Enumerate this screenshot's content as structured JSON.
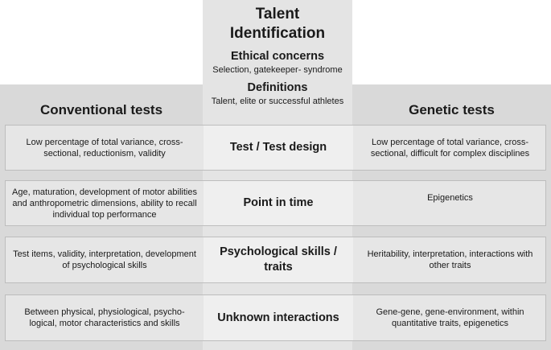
{
  "center": {
    "title_line1": "Talent",
    "title_line2": "Identification",
    "ethical": {
      "heading": "Ethical concerns",
      "text": "Selection, gatekeeper- syndrome"
    },
    "definitions": {
      "heading": "Definitions",
      "text": "Talent, elite or successful athletes"
    }
  },
  "columns": {
    "left": "Conventional tests",
    "right": "Genetic tests"
  },
  "rows": [
    {
      "label": "Test / Test design",
      "conventional": "Low percentage of total variance, cross-sectional, reductionism, validity",
      "genetic": "Low percentage of total variance, cross-sectional, difficult for complex disciplines"
    },
    {
      "label": "Point in time",
      "conventional": "Age, maturation, development of motor abilities and anthropometric dimensions, ability to recall individual top performance",
      "genetic": "Epigenetics"
    },
    {
      "label": "Psychological skills / traits",
      "conventional": "Test items, validity, interpretation, development of psychological skills",
      "genetic": "Heritability, interpretation, interactions with other traits"
    },
    {
      "label": "Unknown interactions",
      "conventional": "Between physical, physiological, psycho-logical, motor characteristics and skills",
      "genetic": "Gene-gene, gene-environment, within quantitative traits, epigenetics"
    }
  ],
  "colors": {
    "side_panel": "#d9d9d9",
    "center_column": "#e4e4e4",
    "row_fill": "#e6e6e6",
    "row_center_fill": "#efefef",
    "row_border": "#bdbdbd"
  }
}
